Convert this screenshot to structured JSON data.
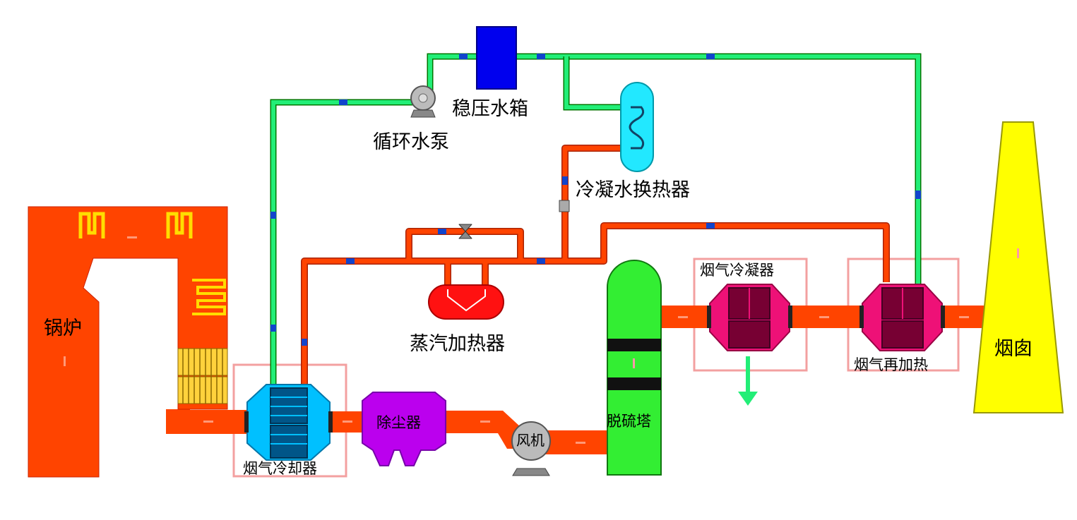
{
  "labels": {
    "boiler": "锅炉",
    "flue_gas_cooler": "烟气冷却器",
    "dust_collector": "除尘器",
    "fan": "风机",
    "desulfurization_tower": "脱硫塔",
    "flue_gas_condenser": "烟气冷凝器",
    "flue_gas_reheater": "烟气再加热",
    "chimney": "烟囱",
    "steam_heater": "蒸汽加热器",
    "condensate_heat_exchanger": "冷凝水换热器",
    "pressure_tank": "稳压水箱",
    "circulating_pump": "循环水泵"
  },
  "colors": {
    "flue_gas_pipe": "#ff4400",
    "water_pipe": "#22ee77",
    "steam_pipe": "#ee3300",
    "boiler": "#ff4400",
    "cooler": "#00c0ff",
    "dust_collector": "#bb00ee",
    "tower": "#33ee33",
    "condenser": "#ee1177",
    "chimney": "#ffff00",
    "steam_heater": "#ff1111",
    "exchanger": "#22e8ff",
    "tank": "#0000ee",
    "pump": "#aaaaaa",
    "highlight_box": "#f3a0a0"
  }
}
